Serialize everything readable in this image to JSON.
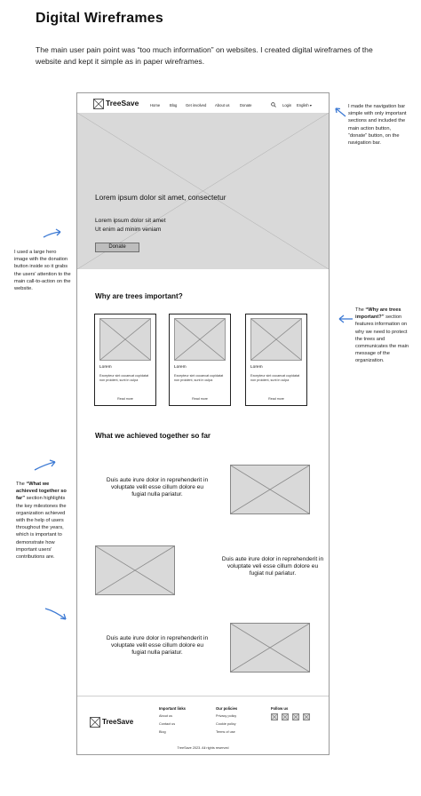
{
  "page": {
    "title": "Digital Wireframes",
    "intro": "The main user pain point was “too much information” on websites. I created digital wireframes of the website and kept it simple as in paper wireframes."
  },
  "colors": {
    "accent_arrow": "#3d7ad4",
    "placeholder_fill": "#d9d9d9",
    "button_fill": "#bdbdbd"
  },
  "nav": {
    "brand": "TreeSave",
    "links": [
      "Home",
      "Blog",
      "Get involved",
      "About us",
      "Donate"
    ],
    "search_icon": "search-icon",
    "login": "Login",
    "language": "English ▾"
  },
  "hero": {
    "heading": "Lorem ipsum dolor sit amet, consectetur",
    "line1": "Lorem ipsum dolor sit amet",
    "line2": "Ut enim ad minim veniam",
    "button": "Donate"
  },
  "trees": {
    "heading": "Why are trees important?",
    "cards": [
      {
        "title": "Lorem",
        "desc": "Excepteur sint occaecat cupidatat non proident, sunt in culpa",
        "link": "Read more"
      },
      {
        "title": "Lorem",
        "desc": "Excepteur sint occaecat cupidatat non proident, sunt in culpa",
        "link": "Read more"
      },
      {
        "title": "Lorem",
        "desc": "Excepteur sint occaecat cupidatat non proident, sunt in culpa",
        "link": "Read more"
      }
    ]
  },
  "achieved": {
    "heading": "What we achieved together so far",
    "blocks": [
      "Duis aute irure dolor in reprehenderit in voluptate velit esse cillum dolore eu fugiat nulla pariatur.",
      "Duis aute irure dolor in reprehenderit in voluptate veli esse cillum dolore eu fugiat nul pariatur.",
      "Duis aute irure dolor in reprehenderit in voluptate velit esse cillum dolore eu fugiat nulla pariatur."
    ]
  },
  "footer": {
    "brand": "TreeSave",
    "col1_heading": "Important links",
    "col1_links": [
      "About us",
      "Contact us",
      "Blog"
    ],
    "col2_heading": "Our policies",
    "col2_links": [
      "Privacy policy",
      "Cookie policy",
      "Terms of use"
    ],
    "col3_heading": "Follow us",
    "copyright": "TreeSave 2023. All rights reserved"
  },
  "notes": {
    "nav_note": "I made the navigation bar simple with only important sections and included the main action button, “donate” button, on the navigation bar.",
    "hero_note": "I used a large hero image with the donation button inside so it grabs the users' attention to the main call-to-action on the website.",
    "trees_note_bold": "“Why are trees important?”",
    "trees_note_pre": "The ",
    "trees_note_post": " section features information on why we need to protect the trees and communicates the main message of the organization.",
    "ach_note_pre": "The ",
    "ach_note_bold": "“What we achieved together so far”",
    "ach_note_post": " section highlights the key milestones the organization achieved with the help of users throughout the years, which is important to demonstrate how important users' contributions are."
  }
}
